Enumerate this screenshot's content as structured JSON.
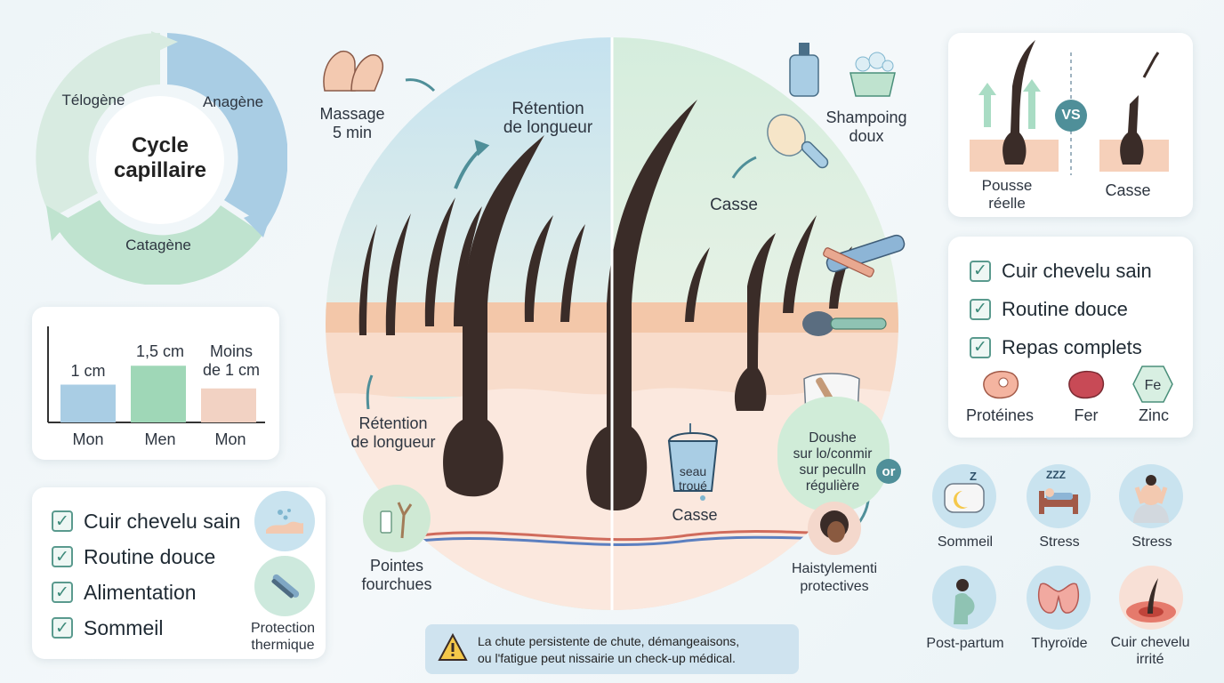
{
  "cycle": {
    "title_line1": "Cycle",
    "title_line2": "capillaire",
    "telogene": "Télogène",
    "anagene": "Anagène",
    "catagene": "Catagène"
  },
  "growth_chart": {
    "chart_data": {
      "type": "bar",
      "categories": [
        "Mon",
        "Men",
        "Mon"
      ],
      "values": [
        1,
        1.5,
        0.9
      ],
      "value_labels": [
        "1 cm",
        "1,5 cm",
        "Moins de 1 cm"
      ],
      "colors": [
        "#a9cde4",
        "#9fd7b7",
        "#f2d2c3"
      ],
      "ylim": [
        0,
        2
      ]
    },
    "label_1": "1 cm",
    "label_2": "1,5 cm",
    "label_3_line1": "Moins",
    "label_3_line2": "de 1 cm"
  },
  "left_checklist": {
    "items": [
      "Cuir chevelu sain",
      "Routine douce",
      "Alimentation",
      "Sommeil"
    ],
    "protection_line1": "Protection",
    "protection_line2": "thermique"
  },
  "center": {
    "massage_line1": "Massage",
    "massage_line2": "5 min",
    "retention_top_line1": "Rétention",
    "retention_top_line2": "de longueur",
    "retention_left_line1": "Rétention",
    "retention_left_line2": "de longueur",
    "pointes_line1": "Pointes",
    "pointes_line2": "fourchues",
    "shampoing_line1": "Shampoing",
    "shampoing_line2": "doux",
    "casse_top": "Casse",
    "bucket_line1": "seau",
    "bucket_line2": "troué",
    "casse_bottom": "Casse",
    "douche_line1": "Doushe",
    "douche_line2": "sur lo/conmir",
    "douche_line3": "sur peculln",
    "douche_line4": "régulière",
    "or_badge": "or",
    "hairstyle_line1": "Haistylementi",
    "hairstyle_line2": "protectives"
  },
  "warning": {
    "line1": "La chute persistente de chute, démangeaisons,",
    "line2": "ou l'fatigue peut nissairie un check-up médical."
  },
  "compare": {
    "left_line1": "Pousse",
    "left_line2": "réelle",
    "vs": "VS",
    "right": "Casse"
  },
  "right_checklist": {
    "items": [
      "Cuir chevelu sain",
      "Routine douce",
      "Repas complets"
    ],
    "foods": [
      "Protéines",
      "Fer",
      "Zinc"
    ],
    "zinc_symbol": "Fe"
  },
  "factors": {
    "row1": [
      "Sommeil",
      "Stress",
      "Stress"
    ],
    "row2_a": "Post-partum",
    "row2_b": "Thyroïde",
    "row2_c_line1": "Cuir chevelu",
    "row2_c_line2": "irrité",
    "zzz": "Z",
    "zzz2": "ZZZ"
  },
  "colors": {
    "accent_teal": "#4f8f99",
    "hair": "#3a2c28",
    "skin": "#f4cdb5",
    "left_bg": "#cfe6f1",
    "right_bg": "#dcefe3"
  }
}
